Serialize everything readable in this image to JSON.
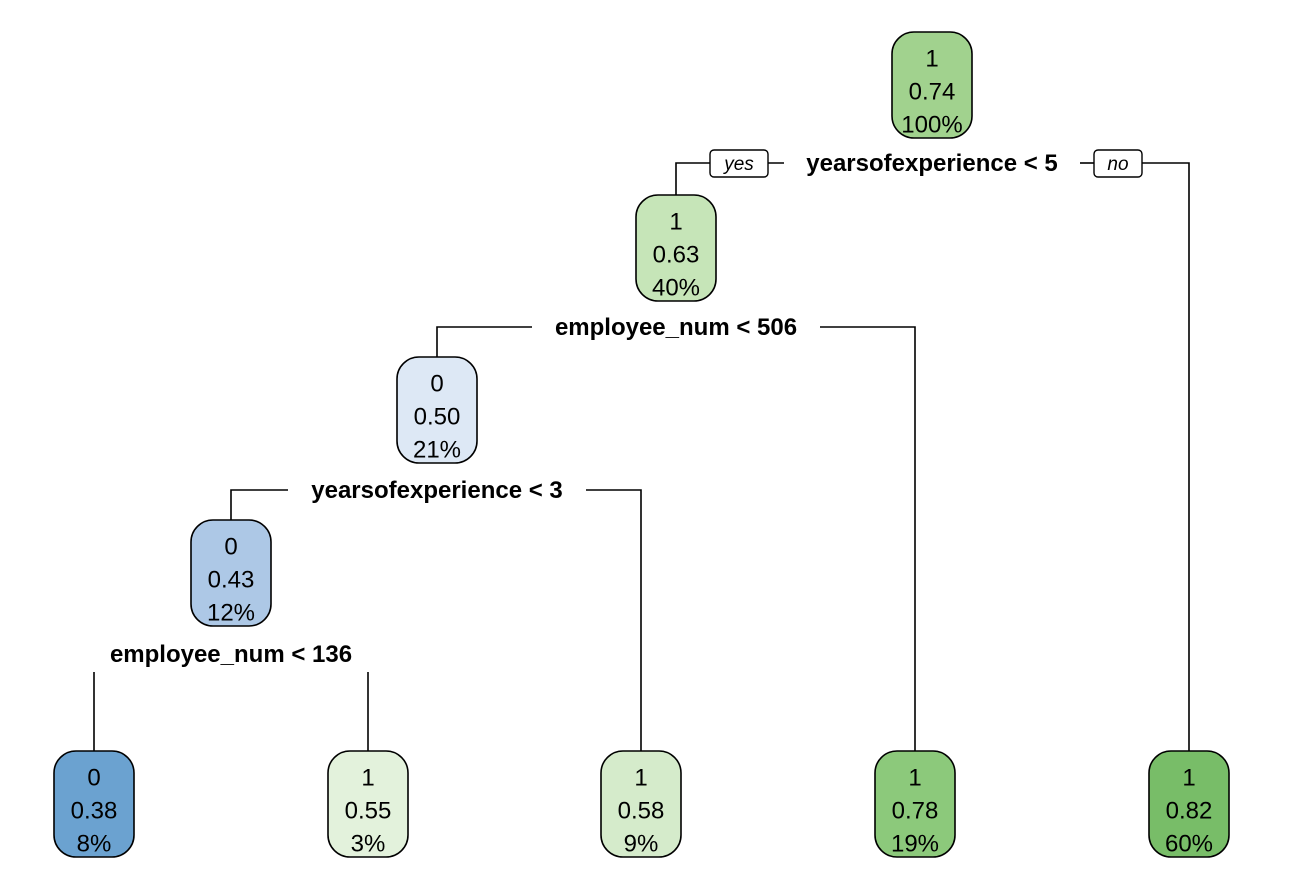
{
  "tree": {
    "nodes": [
      {
        "id": "n1",
        "class": "1",
        "prob": "0.74",
        "pct": "100%",
        "color": "#a1d28e"
      },
      {
        "id": "n2",
        "class": "1",
        "prob": "0.63",
        "pct": "40%",
        "color": "#c6e5b8"
      },
      {
        "id": "n4",
        "class": "0",
        "prob": "0.50",
        "pct": "21%",
        "color": "#dde8f5"
      },
      {
        "id": "n8",
        "class": "0",
        "prob": "0.43",
        "pct": "12%",
        "color": "#adc8e6"
      },
      {
        "id": "leaf1",
        "class": "0",
        "prob": "0.38",
        "pct": "8%",
        "color": "#6ba2d0"
      },
      {
        "id": "leaf2",
        "class": "1",
        "prob": "0.55",
        "pct": "3%",
        "color": "#e3f2dc"
      },
      {
        "id": "leaf3",
        "class": "1",
        "prob": "0.58",
        "pct": "9%",
        "color": "#d5ebcb"
      },
      {
        "id": "leaf4",
        "class": "1",
        "prob": "0.78",
        "pct": "19%",
        "color": "#8cc97b"
      },
      {
        "id": "leaf5",
        "class": "1",
        "prob": "0.82",
        "pct": "60%",
        "color": "#78bd68"
      }
    ],
    "splits": [
      {
        "id": "s1",
        "label": "yearsofexperience < 5"
      },
      {
        "id": "s2",
        "label": "employee_num < 506"
      },
      {
        "id": "s3",
        "label": "yearsofexperience < 3"
      },
      {
        "id": "s4",
        "label": "employee_num < 136"
      }
    ],
    "branch_tags": {
      "yes": "yes",
      "no": "no"
    }
  }
}
